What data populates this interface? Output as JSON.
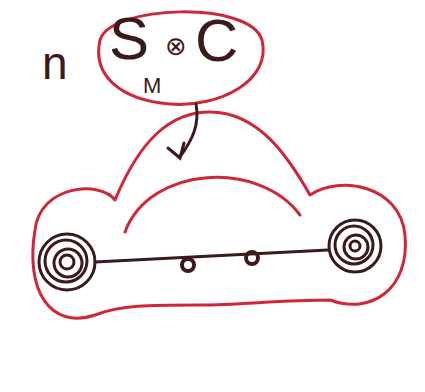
{
  "diagram": {
    "nodes": [
      {
        "text": [
          "S",
          "M",
          "⊗",
          "C"
        ]
      }
    ],
    "labels": [
      "n"
    ]
  }
}
